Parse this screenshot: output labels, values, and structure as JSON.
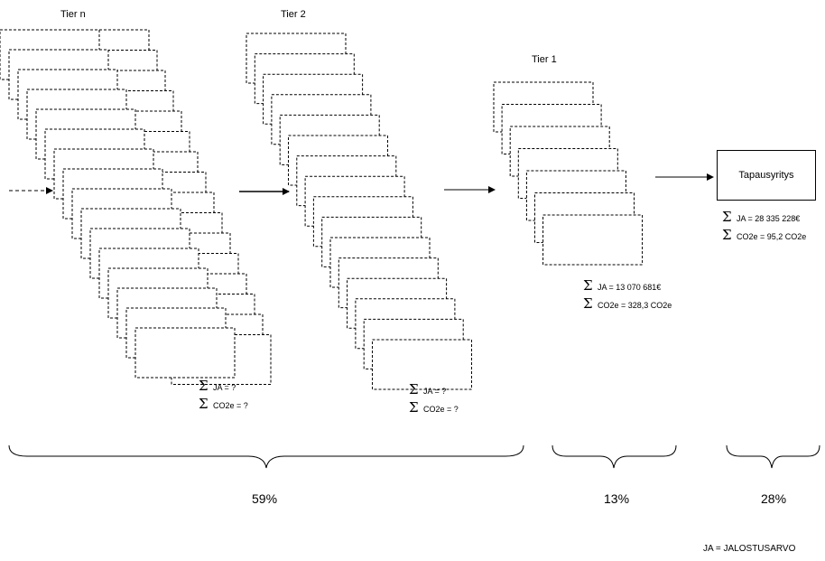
{
  "tiers": {
    "tier_n": "Tier n",
    "tier_2": "Tier 2",
    "tier_1": "Tier 1"
  },
  "target": {
    "label": "Tapausyritys",
    "ja": "JA = 28 335 228€",
    "co2": "CO2e = 95,2 CO2e"
  },
  "tier1_stats": {
    "ja": "JA = 13 070 681€",
    "co2": "CO2e = 328,3 CO2e"
  },
  "tier2_stats": {
    "ja": "JA = ?",
    "co2": "CO2e = ?"
  },
  "tiern_stats": {
    "ja": "JA = ?",
    "co2": "CO2e = ?"
  },
  "sigma": "Σ",
  "shares": {
    "upstream": "59%",
    "tier1": "13%",
    "target": "28%"
  },
  "legend": "JA = JALOSTUSARVO"
}
